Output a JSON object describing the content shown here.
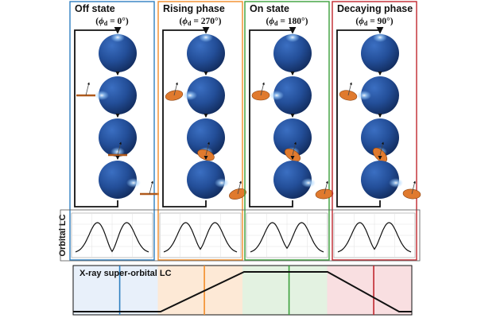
{
  "panels": [
    {
      "title": "Off state",
      "phase": "(ϕd = 0°)",
      "phase_sym": "ϕ",
      "phase_sub": "d",
      "phase_val": " = 0°)",
      "color": "#2f7fc1",
      "disk_side": "left-edge"
    },
    {
      "title": "Rising phase",
      "phase": "(ϕd = 270°)",
      "phase_sym": "ϕ",
      "phase_sub": "d",
      "phase_val": " = 270°)",
      "color": "#f28c28",
      "disk_side": "left"
    },
    {
      "title": "On state",
      "phase": "(ϕd = 180°)",
      "phase_sym": "ϕ",
      "phase_sub": "d",
      "phase_val": " = 180°)",
      "color": "#3aa03a",
      "disk_side": "left-face"
    },
    {
      "title": "Decaying phase",
      "phase": "(ϕd = 90°)",
      "phase_sym": "ϕ",
      "phase_sub": "d",
      "phase_val": " = 90°)",
      "color": "#c0262d",
      "disk_side": "left"
    }
  ],
  "orbital_lc_label": "Orbital LC",
  "superorbital": {
    "label": "X-ray super-orbital LC",
    "phase_fills": [
      "#e8f0fa",
      "#fde9d6",
      "#e3f2e1",
      "#f9dfe1"
    ],
    "phase_line_colors": [
      "#2f7fc1",
      "#f28c28",
      "#3aa03a",
      "#c0262d"
    ],
    "curve_levels": [
      0,
      0,
      1,
      1,
      0,
      0
    ]
  },
  "colors": {
    "star_dark": "#1a3d7c",
    "star_mid": "#2a5ba8",
    "disk": "#e07a2e",
    "frame": "#111111"
  }
}
